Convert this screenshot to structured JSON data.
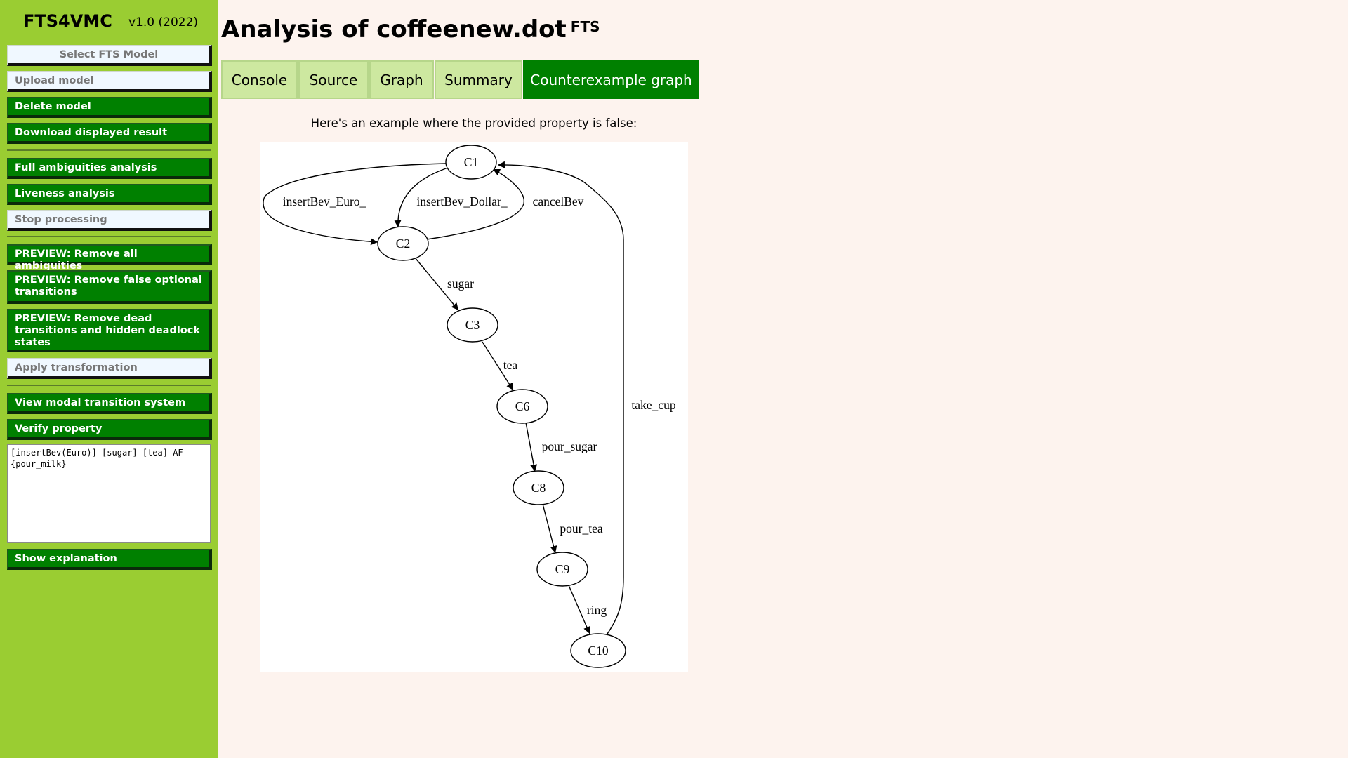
{
  "app": {
    "name": "FTS4VMC",
    "version": "v1.0 (2022)"
  },
  "sidebar": {
    "select_model": "Select FTS Model",
    "upload_model": "Upload model",
    "delete_model": "Delete model",
    "download_result": "Download displayed result",
    "full_ambiguities": "Full ambiguities analysis",
    "liveness": "Liveness analysis",
    "stop_processing": "Stop processing",
    "remove_all_ambiguities": "PREVIEW: Remove all ambiguities",
    "remove_false_optional": "PREVIEW: Remove false optional transitions",
    "remove_dead": "PREVIEW: Remove dead transitions and hidden deadlock states",
    "apply_transformation": "Apply transformation",
    "view_mts": "View modal transition system",
    "verify_property": "Verify property",
    "property_value": "[insertBev(Euro)] [sugar] [tea] AF {pour_milk}",
    "show_explanation": "Show explanation"
  },
  "main": {
    "title": "Analysis of coffeenew.dot",
    "title_badge": "FTS",
    "tabs": [
      "Console",
      "Source",
      "Graph",
      "Summary",
      "Counterexample graph"
    ],
    "active_tab": "Counterexample graph",
    "caption": "Here's an example where the provided property is false:"
  },
  "graph": {
    "nodes": [
      "C1",
      "C2",
      "C3",
      "C6",
      "C8",
      "C9",
      "C10"
    ],
    "edges": [
      {
        "from": "C1",
        "to": "C2",
        "label": "insertBev_Euro_"
      },
      {
        "from": "C1",
        "to": "C2",
        "label": "insertBev_Dollar_"
      },
      {
        "from": "C2",
        "to": "C1",
        "label": "cancelBev"
      },
      {
        "from": "C2",
        "to": "C3",
        "label": "sugar"
      },
      {
        "from": "C3",
        "to": "C6",
        "label": "tea"
      },
      {
        "from": "C6",
        "to": "C8",
        "label": "pour_sugar"
      },
      {
        "from": "C8",
        "to": "C9",
        "label": "pour_tea"
      },
      {
        "from": "C9",
        "to": "C10",
        "label": "ring"
      },
      {
        "from": "C10",
        "to": "C1",
        "label": "take_cup"
      }
    ]
  },
  "colors": {
    "sidebar_bg": "#9acd32",
    "button_green": "#008000",
    "tab_inactive": "#cde8a0",
    "page_bg": "#fdf3ee"
  }
}
